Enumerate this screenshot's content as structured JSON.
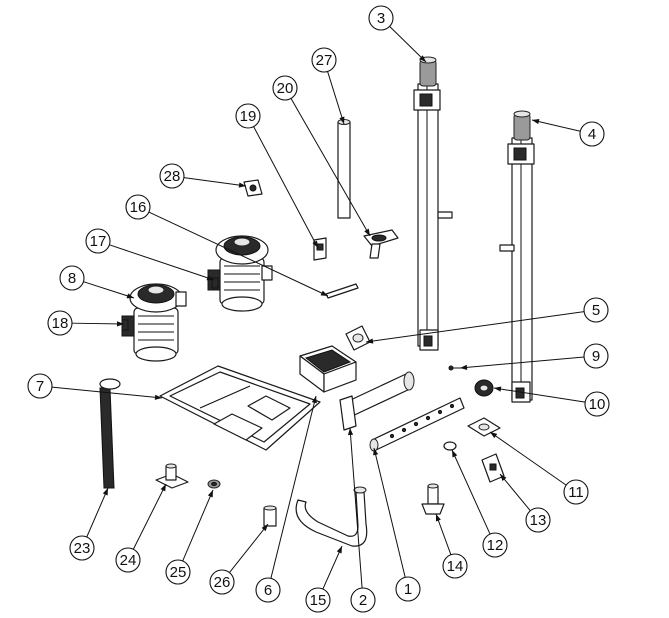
{
  "callouts": [
    "1",
    "2",
    "3",
    "4",
    "5",
    "6",
    "7",
    "8",
    "9",
    "10",
    "11",
    "12",
    "13",
    "14",
    "15",
    "16",
    "17",
    "18",
    "19",
    "20",
    "23",
    "24",
    "25",
    "26",
    "27",
    "28"
  ]
}
